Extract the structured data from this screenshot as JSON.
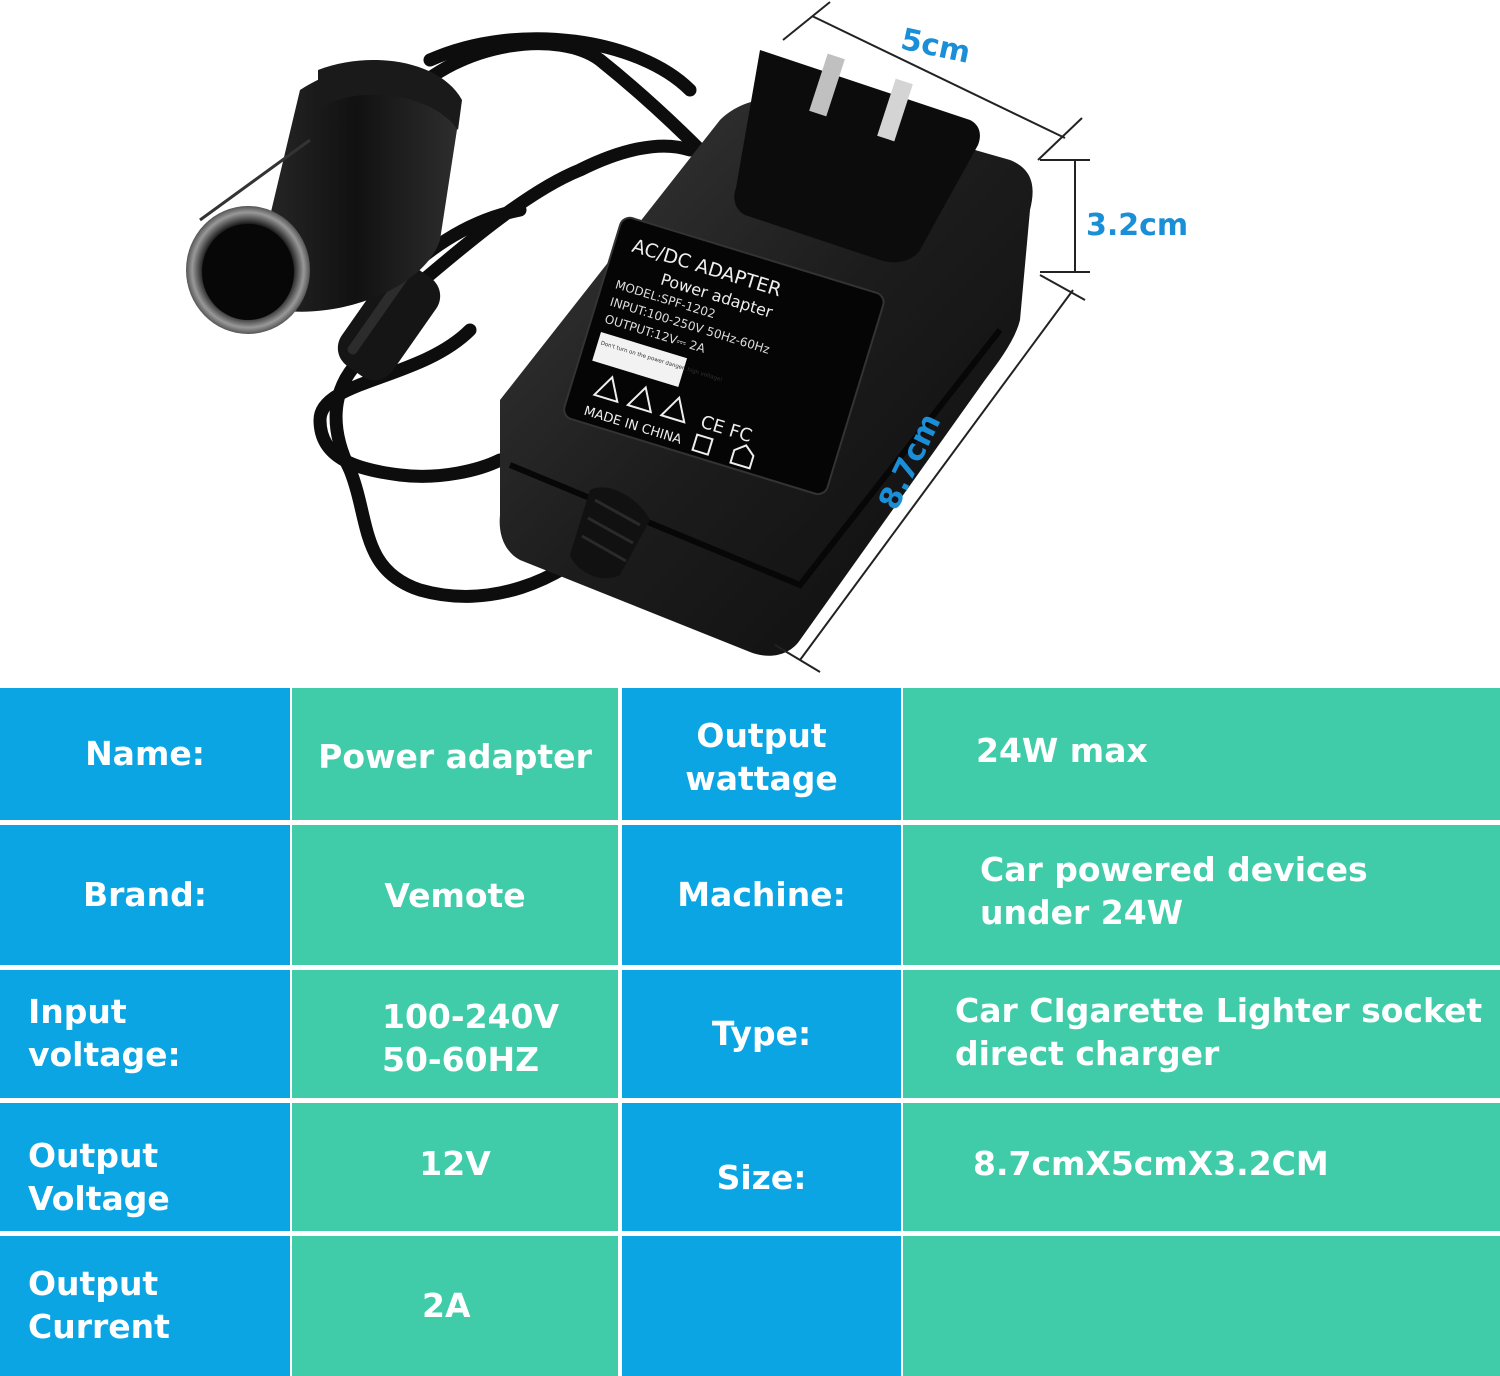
{
  "dimensions": {
    "width": "5cm",
    "height": "3.2cm",
    "length": "8.7cm"
  },
  "adapter_label": {
    "title": "AC/DC ADAPTER",
    "subtitle": "Power adapter",
    "model": "MODEL:SPF-1202",
    "input": "INPUT:100-250V 50Hz-60Hz",
    "output": "OUTPUT:12V⎓ 2A",
    "warning": "Don't turn on the power danger, high voltage!",
    "ce": "CE FC",
    "origin": "MADE IN CHINA"
  },
  "colors": {
    "label_cell": "#0aa5e2",
    "value_cell": "#40cca9",
    "dimension_text": "#1a8fd8"
  },
  "specs": {
    "row1": {
      "label1": "Name:",
      "value1": "Power adapter",
      "label2": "Output wattage",
      "value2": "24W max"
    },
    "row2": {
      "label1": "Brand:",
      "value1": "Vemote",
      "label2": "Machine:",
      "value2_line1": "Car powered devices",
      "value2_line2": "under 24W"
    },
    "row3": {
      "label1": "Input voltage:",
      "value1_line1": "100-240V",
      "value1_line2": "50-60HZ",
      "label2": "Type:",
      "value2_line1": "Car CIgarette Lighter socket",
      "value2_line2": "direct charger"
    },
    "row4": {
      "label1": "Output Voltage",
      "value1": "12V",
      "label2": "Size:",
      "value2": "8.7cmX5cmX3.2CM"
    },
    "row5": {
      "label1": "Output Current",
      "value1": "2A",
      "label2": "",
      "value2": ""
    }
  }
}
